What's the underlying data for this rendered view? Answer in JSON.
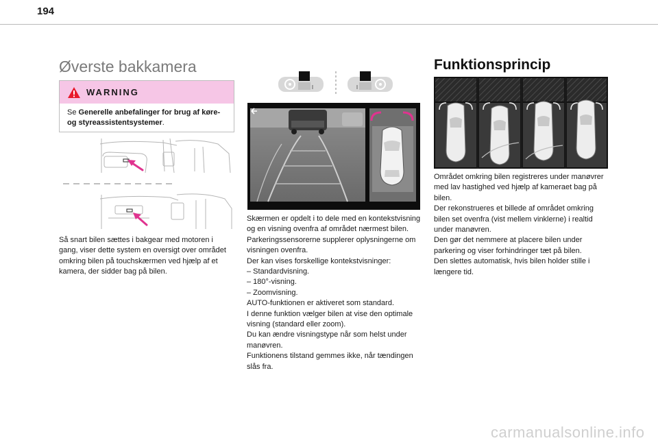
{
  "header": {
    "page_number": "194"
  },
  "left": {
    "title": "Øverste bakkamera",
    "warning": {
      "label": "WARNING",
      "text_pre": "Se ",
      "text_bold": "Generelle anbefalinger for brug af køre- og styreassistentsystemer",
      "text_post": "."
    },
    "paragraph": "Så snart bilen sættes i bakgear med motoren i gang, viser dette system en oversigt over området omkring bilen på touchskærmen ved hjælp af et kamera, der sidder bag på bilen."
  },
  "middle": {
    "lines": [
      "Skærmen er opdelt i to dele med en kontekstvisning og en visning ovenfra af området nærmest bilen.",
      "Parkeringssensorerne supplerer oplysningerne om visningen ovenfra.",
      "Der kan vises forskellige kontekstvisninger:",
      "–  Standardvisning.",
      "–  180°-visning.",
      "–  Zoomvisning.",
      "AUTO-funktionen er aktiveret som standard.",
      "I denne funktion vælger bilen at vise den optimale visning (standard eller zoom).",
      "Du kan ændre visningstype når som helst under manøvren.",
      "Funktionens tilstand gemmes ikke, når tændingen slås fra."
    ]
  },
  "right": {
    "title": "Funktionsprincip",
    "lines": [
      "Området omkring bilen registreres under manøvrer med lav hastighed ved hjælp af kameraet bag på bilen.",
      "Der rekonstrueres et billede af området omkring bilen set ovenfra (vist mellem vinklerne) i realtid under manøvren.",
      "Den gør det nemmere at placere bilen under parkering og viser forhindringer tæt på bilen.",
      "Den slettes automatisk, hvis bilen holder stille i længere tid."
    ]
  },
  "footer": {
    "watermark": "carmanualsonline.info"
  },
  "colors": {
    "warning_bg": "#f6c6e6",
    "arrow_magenta": "#e0338f",
    "title_gray": "#7a7a7a"
  },
  "icons": [
    "warning-triangle-icon",
    "left-arrow-icon"
  ]
}
